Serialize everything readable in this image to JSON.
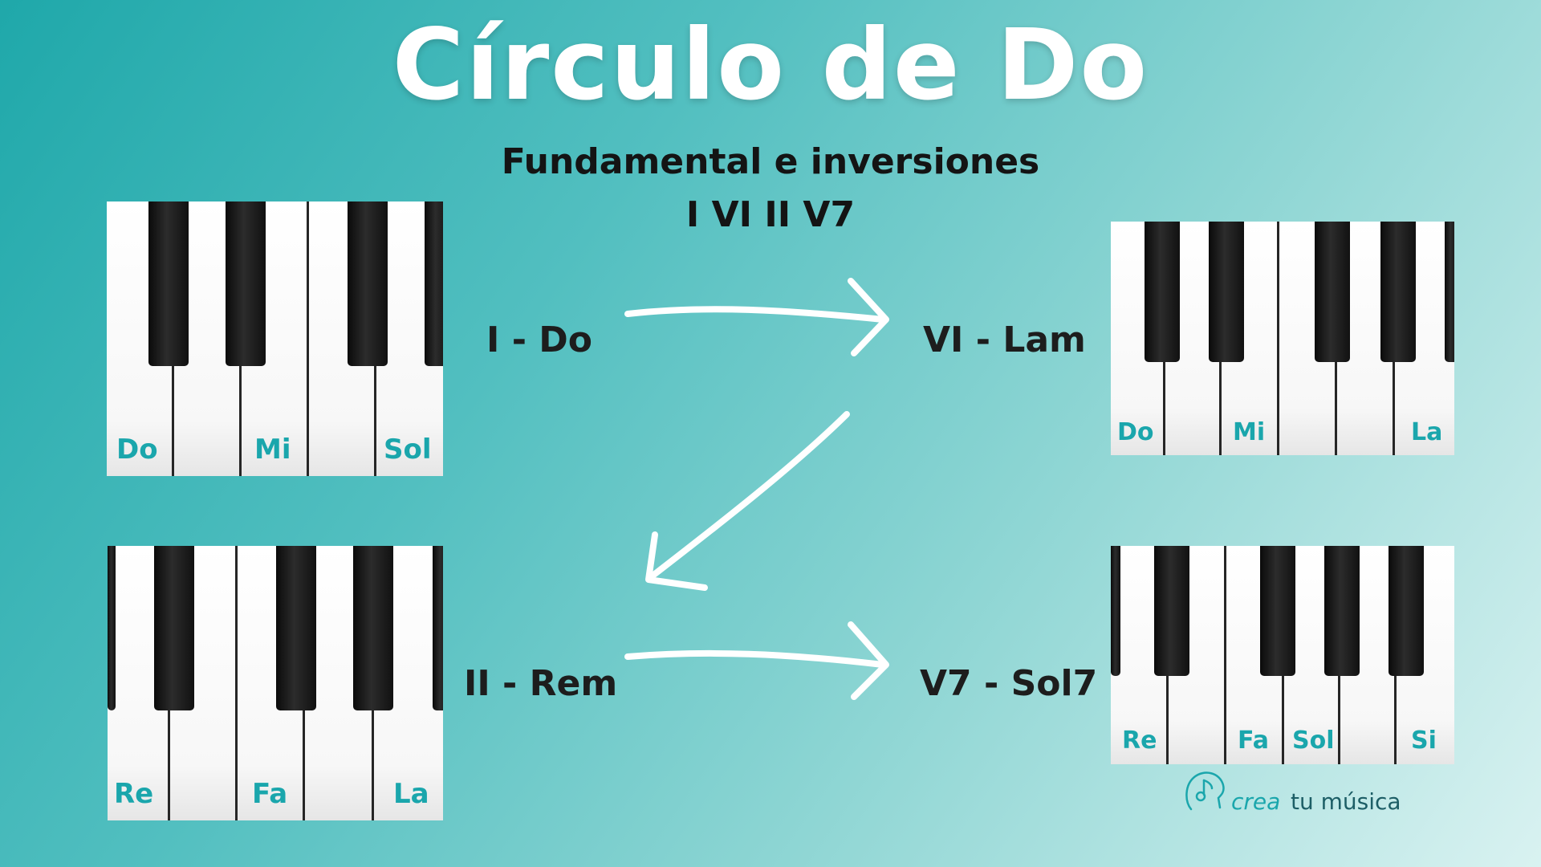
{
  "title": "Círculo de Do",
  "subtitle": "Fundamental e inversiones",
  "progression": "I VI II V7",
  "chords": [
    {
      "label": "I - Do",
      "notes": [
        "Do",
        "Mi",
        "Sol"
      ]
    },
    {
      "label": "VI - Lam",
      "notes": [
        "Do",
        "Mi",
        "La"
      ]
    },
    {
      "label": "II - Rem",
      "notes": [
        "Re",
        "Fa",
        "La"
      ]
    },
    {
      "label": "V7 - Sol7",
      "notes": [
        "Re",
        "Fa",
        "Sol",
        "Si"
      ]
    }
  ],
  "logo": {
    "crea": "crea",
    "rest": "tu música"
  },
  "colors": {
    "note_label": "#1aa6ac",
    "background_start": "#1fa8aa",
    "background_end": "#d9f2f1"
  }
}
